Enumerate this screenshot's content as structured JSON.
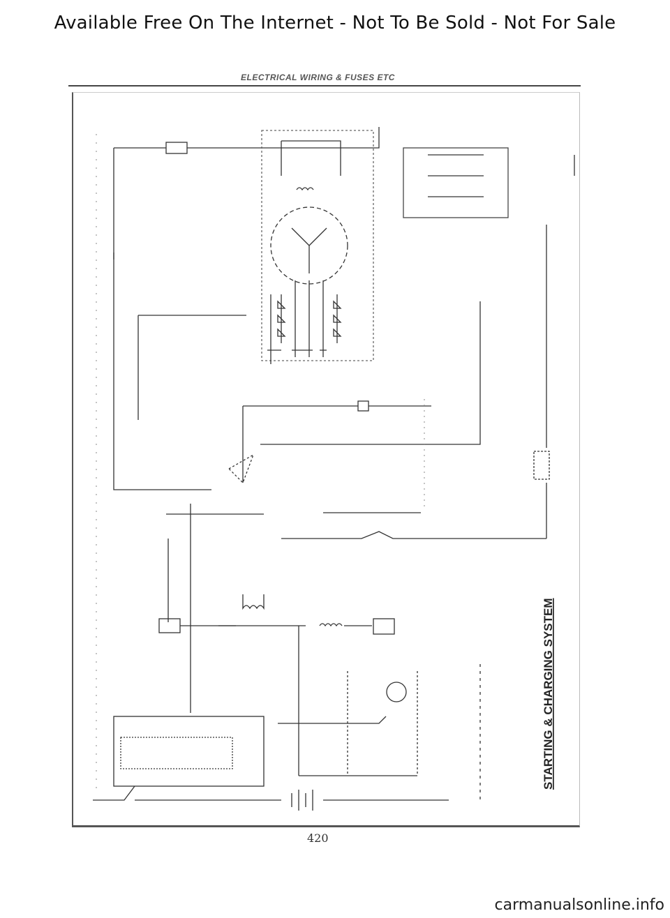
{
  "banner": {
    "text": "Available Free On The Internet - Not To Be Sold - Not For Sale"
  },
  "header": {
    "section_title": "ELECTRICAL WIRING & FUSES ETC"
  },
  "diagram": {
    "title": "STARTING & CHARGING SYSTEM"
  },
  "page": {
    "number": "420"
  },
  "footer": {
    "site": "carmanualsonline.info"
  },
  "colors": {
    "line": "#333333",
    "faint": "#888888",
    "background": "#ffffff"
  }
}
